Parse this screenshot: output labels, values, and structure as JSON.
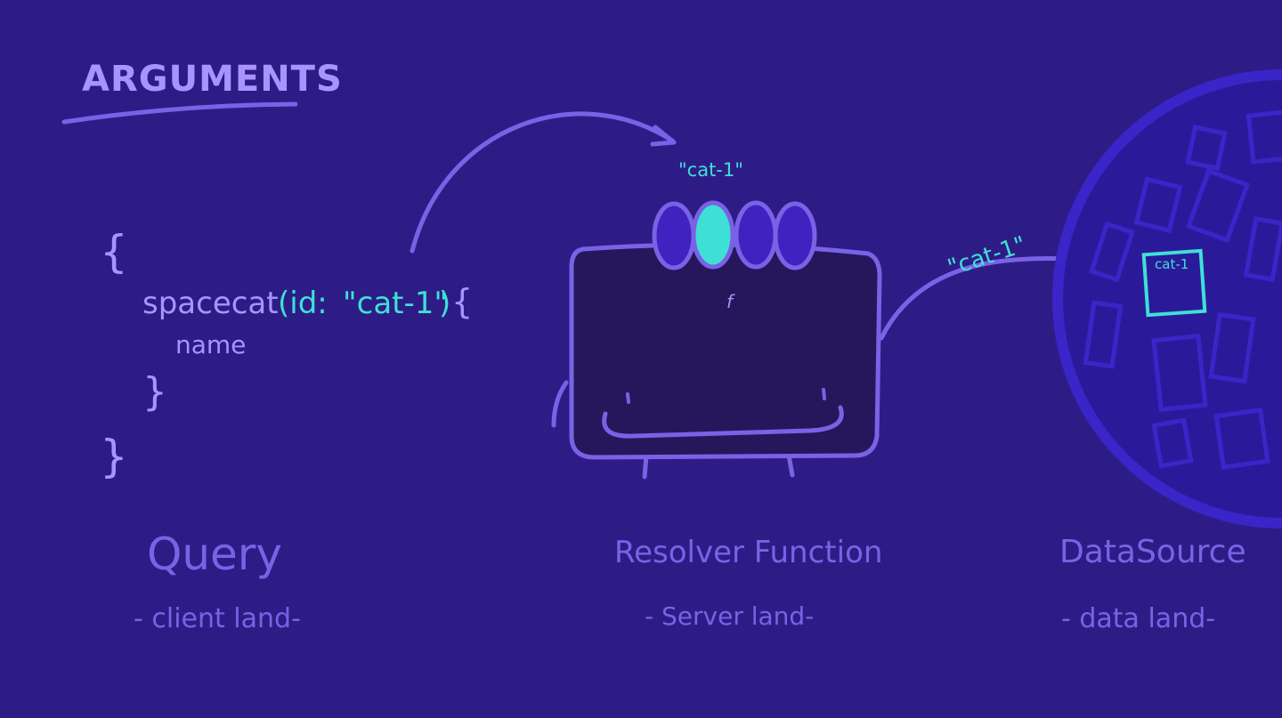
{
  "heading": "ARGUMENTS",
  "colors": {
    "background": "#2e1c86",
    "stroke": "#7a62e6",
    "text": "#a894ff",
    "accent": "#3ee0d6",
    "device_body": "#26175c",
    "bead": "#3f22c0",
    "planet": "#2a1a9a",
    "planet_stroke": "#3a25c8"
  },
  "query": {
    "open_brace": "{",
    "field": "spacecat",
    "arg_open": "(id:",
    "arg_value": "\"cat-1\"",
    "arg_close": ")",
    "inner_open": "{",
    "subfield": "name",
    "inner_close": "}",
    "close_brace": "}"
  },
  "resolver": {
    "input_label": "\"cat-1\"",
    "symbol": "f",
    "output_label": "\"cat-1\""
  },
  "datasource": {
    "record_label": "cat-1"
  },
  "columns": [
    {
      "title": "Query",
      "subtitle": "- client land-"
    },
    {
      "title": "Resolver Function",
      "subtitle": "- Server land-"
    },
    {
      "title": "DataSource",
      "subtitle": "- data land-"
    }
  ],
  "icons": [
    "arrow-icon",
    "resolver-robot-icon",
    "planet-icon"
  ]
}
